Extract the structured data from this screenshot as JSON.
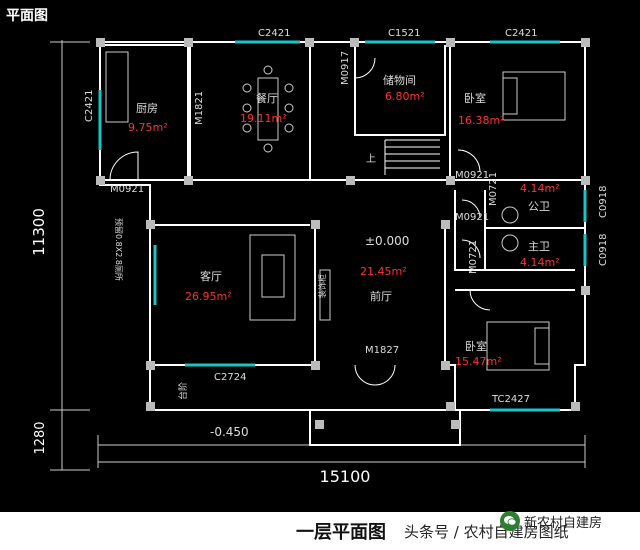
{
  "header": {
    "title": "平面图"
  },
  "caption": {
    "title": "一层平面图"
  },
  "footer": {
    "source": "头条号 / 农村自建房图纸",
    "brand": "新农村自建房"
  },
  "dimensions": {
    "total_width": "15100",
    "total_height": "11300",
    "terrace_depth": "1280"
  },
  "rooms": {
    "kitchen": {
      "name": "厨房",
      "area": "9.75m²"
    },
    "dining": {
      "name": "餐厅",
      "area": "19.11m²"
    },
    "storage": {
      "name": "储物间",
      "area": "6.80m²"
    },
    "bedroom_ne": {
      "name": "卧室",
      "area": "16.38m²"
    },
    "bath_upper": {
      "name": "公卫",
      "area": "4.14m²"
    },
    "bath_lower": {
      "name": "主卫",
      "area": "4.14m²"
    },
    "living": {
      "name": "客厅",
      "area": "26.95m²"
    },
    "hall": {
      "name": "前厅",
      "area": "21.45m²",
      "level": "±0.000",
      "feature": "装饰柜"
    },
    "bedroom_se": {
      "name": "卧室",
      "area": "15.47m²"
    }
  },
  "openings": {
    "c2421_a": "C2421",
    "c1521": "C1521",
    "c2421_b": "C2421",
    "c2421_side": "C2421",
    "m1821": "M1821",
    "m0917": "M0917",
    "m0921_kitchen": "M0921",
    "m0921_bed": "M0921",
    "m0921_bath": "M0921",
    "m0721_a": "M0721",
    "m0721_b": "M0721",
    "c0918_a": "C0918",
    "c0918_b": "C0918",
    "c2724": "C2724",
    "m1827": "M1827",
    "tc2427": "TC2427",
    "stair_up": "上"
  },
  "site": {
    "terrace_level": "-0.450",
    "landing": "台阶",
    "pipe": "预留0.8X2.8厕所"
  },
  "colors": {
    "wall": "#ffffff",
    "window": "#19c6c6",
    "area_text": "#ff3030",
    "label_text": "#dcdcdc"
  }
}
